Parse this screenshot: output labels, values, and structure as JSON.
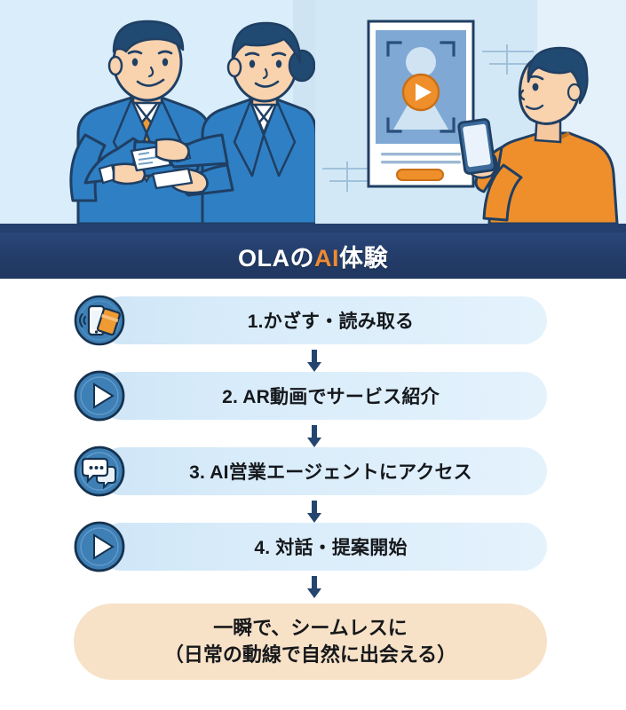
{
  "hero": {
    "left_panel": {
      "name": "business-card-exchange-illustration",
      "description": "Two businesspeople in blue suits exchanging business cards",
      "person_a": "man-in-blue-suit-orange-tie",
      "person_b": "woman-in-blue-suit",
      "colors": {
        "suit": "#2f7fc4",
        "tie": "#ee9b33",
        "skin": "#f6c8a0",
        "hair": "#214a72",
        "background": "#d9edfa"
      }
    },
    "right_panel": {
      "name": "ar-poster-scan-illustration",
      "description": "Man in orange sweater holding a smartphone scanning an AR poster with a play button",
      "poster": "ar-poster-with-play-button",
      "colors": {
        "sweater": "#ef8f2b",
        "phone": "#3b6a9b",
        "poster_screen": "#7fa9d4",
        "play_button": "#ef8f2b",
        "background": "#dceefa"
      }
    }
  },
  "banner": {
    "title_prefix": "OLA",
    "title_particle": "の",
    "title_accent": "AI",
    "title_suffix": "体験",
    "full_title": "OLAのAI体験",
    "background_color": "#233c68",
    "accent_color": "#ef8a33"
  },
  "flow": {
    "steps": [
      {
        "number": "1.",
        "label": "1.かざす・読み取る",
        "icon": "nfc-tap-phone-card-icon"
      },
      {
        "number": "2.",
        "label": "2. AR動画でサービス紹介",
        "icon": "play-button-icon"
      },
      {
        "number": "3.",
        "label": "3. AI営業エージェントにアクセス",
        "icon": "chat-bubbles-icon"
      },
      {
        "number": "4.",
        "label": "4. 対話・提案開始",
        "icon": "play-button-icon"
      }
    ],
    "connector_icon": "down-arrow-icon",
    "connector_color": "#24456f",
    "pill_color": "#d9ecfa"
  },
  "outcome": {
    "line1": "一瞬で、シームレスに",
    "line2": "（日常の動線で自然に出会える）",
    "background_color": "#f7e2c8"
  }
}
